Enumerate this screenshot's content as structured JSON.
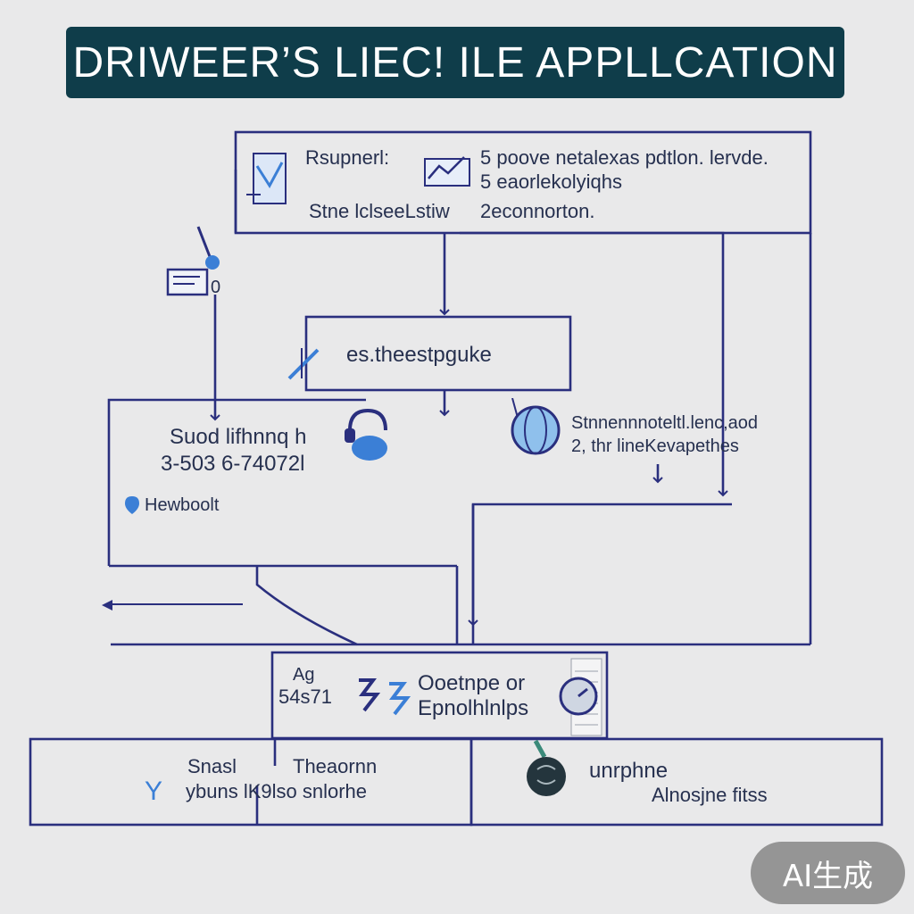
{
  "title": "DRIWEER’S LIEC! ILE APPLLCATION",
  "colors": {
    "title_bg": "#0f3d4a",
    "line": "#2a2f7e",
    "icon_blue": "#3b7fd6",
    "text": "#26304f"
  },
  "top_box": {
    "label1": "Rsupnerl:",
    "line1": "5 poove netalexas pdtlon. lervde.",
    "line2": "5 eaorlekolyiqhs",
    "label2": "Stne lclseeLstiw",
    "line3": "2econnorton."
  },
  "middle_box": {
    "text": "es.theestpguke"
  },
  "left_box": {
    "label": "Suod lifhnnq h",
    "phone": "3-503 6-74072l",
    "link": "Hewboolt"
  },
  "right_note": {
    "line1": "Stnnennnoteltl.lenc,aod",
    "line2": "2, thr lineKevapethes"
  },
  "step_box": {
    "code": "54s71",
    "label": "Ag",
    "line1": "Ooetnpe  or",
    "line2": "Epnolhlnlps"
  },
  "bottom_left": {
    "label1": "Snasl",
    "label2": "Theaornn",
    "line": "ybuns lK9lso snlorhe",
    "icon_text": "Y"
  },
  "bottom_right": {
    "line1": "unrphne",
    "line2": "Alnosjne fitss"
  },
  "watermark": "AI生成"
}
